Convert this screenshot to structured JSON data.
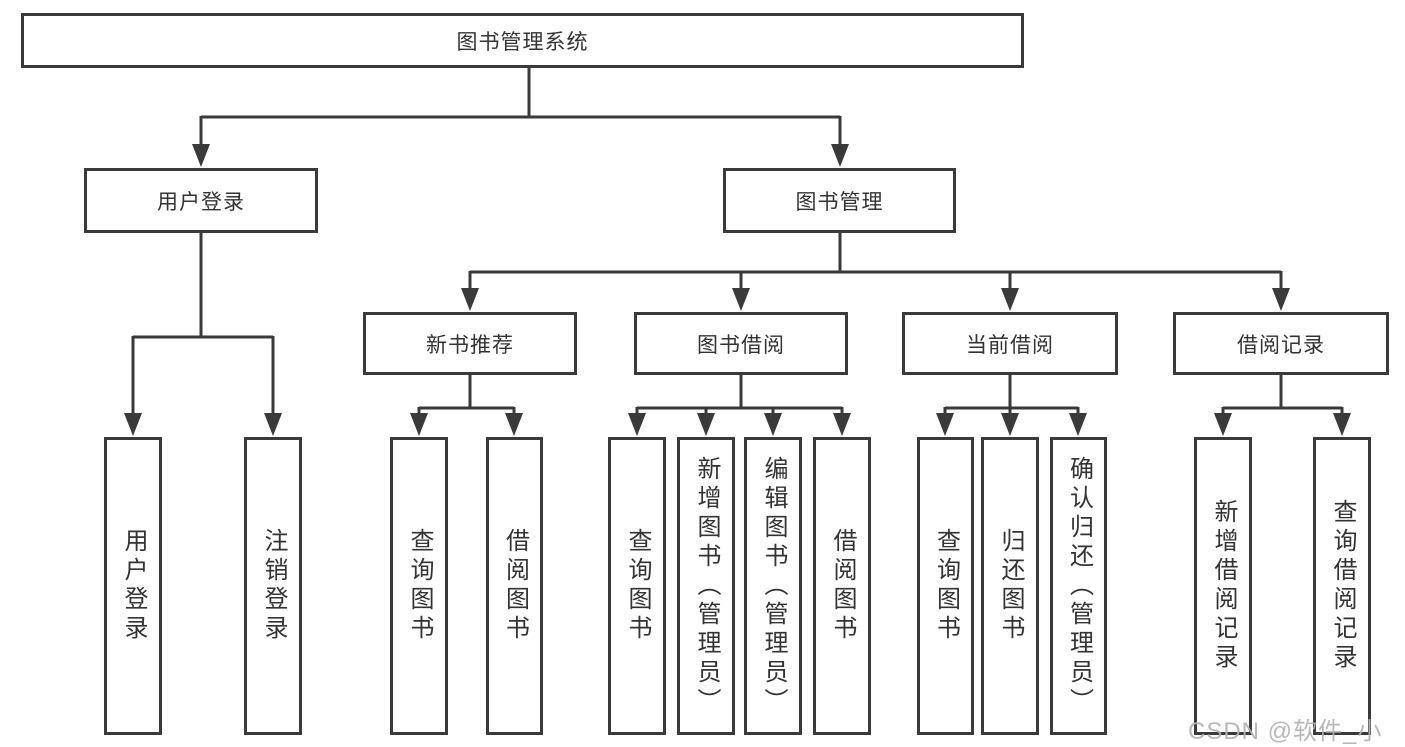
{
  "diagram": {
    "root": {
      "label": "图书管理系统"
    },
    "branches": [
      {
        "label": "用户登录",
        "children": [
          {
            "label": "用户登录"
          },
          {
            "label": "注销登录"
          }
        ]
      },
      {
        "label": "图书管理",
        "children": [
          {
            "label": "新书推荐",
            "children": [
              {
                "label": "查询图书"
              },
              {
                "label": "借阅图书"
              }
            ]
          },
          {
            "label": "图书借阅",
            "children": [
              {
                "label": "查询图书"
              },
              {
                "label": "新增图书（管理员）"
              },
              {
                "label": "编辑图书（管理员）"
              },
              {
                "label": "借阅图书"
              }
            ]
          },
          {
            "label": "当前借阅",
            "children": [
              {
                "label": "查询图书"
              },
              {
                "label": "归还图书"
              },
              {
                "label": "确认归还（管理员）"
              }
            ]
          },
          {
            "label": "借阅记录",
            "children": [
              {
                "label": "新增借阅记录"
              },
              {
                "label": "查询借阅记录"
              }
            ]
          }
        ]
      }
    ]
  },
  "watermark": {
    "text": "CSDN @软件_小贺同学"
  },
  "colors": {
    "line": "#3a3a3a",
    "box_border": "#3a3a3a",
    "box_background": "#ffffff",
    "text": "#333333",
    "watermark": "#b3b3b3",
    "page_background": "#ffffff"
  }
}
